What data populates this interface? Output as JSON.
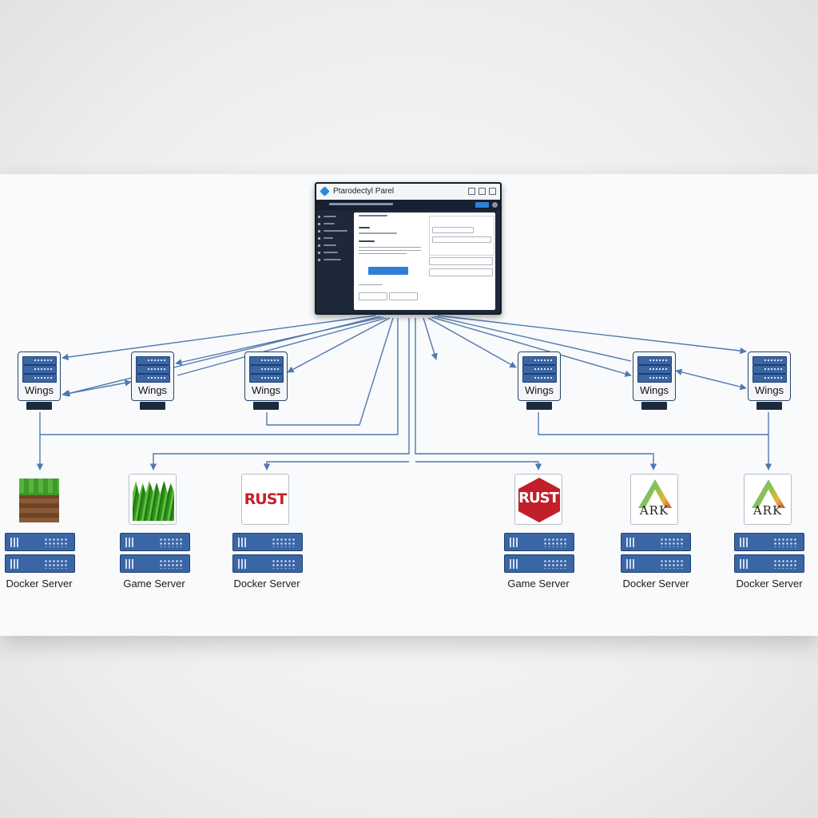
{
  "panel": {
    "title": "Ptarodectyl Parel",
    "icon": "panel-logo-icon"
  },
  "wings": [
    {
      "label": "Wings"
    },
    {
      "label": "Wings"
    },
    {
      "label": "Wings"
    },
    {
      "label": "Wings"
    },
    {
      "label": "Wings"
    },
    {
      "label": "Wings"
    }
  ],
  "games": [
    {
      "icon": "minecraft-block-icon",
      "text": ""
    },
    {
      "icon": "grass-block-icon",
      "text": ""
    },
    {
      "icon": "rust-logo-icon",
      "text": "RUST"
    },
    {
      "icon": "rust-hex-logo-icon",
      "text": "RUST"
    },
    {
      "icon": "ark-logo-icon",
      "text": "ARK"
    },
    {
      "icon": "ark-logo-icon",
      "text": "ARK"
    }
  ],
  "servers": [
    {
      "label": "Docker Server"
    },
    {
      "label": "Game Server"
    },
    {
      "label": "Docker Server"
    },
    {
      "label": "Game Server"
    },
    {
      "label": "Docker Server"
    },
    {
      "label": "Docker Server"
    }
  ],
  "colors": {
    "wire": "#4f79b0",
    "server_blue": "#3b66a6",
    "panel_dark": "#1d2838",
    "accent": "#2f7fd8"
  }
}
